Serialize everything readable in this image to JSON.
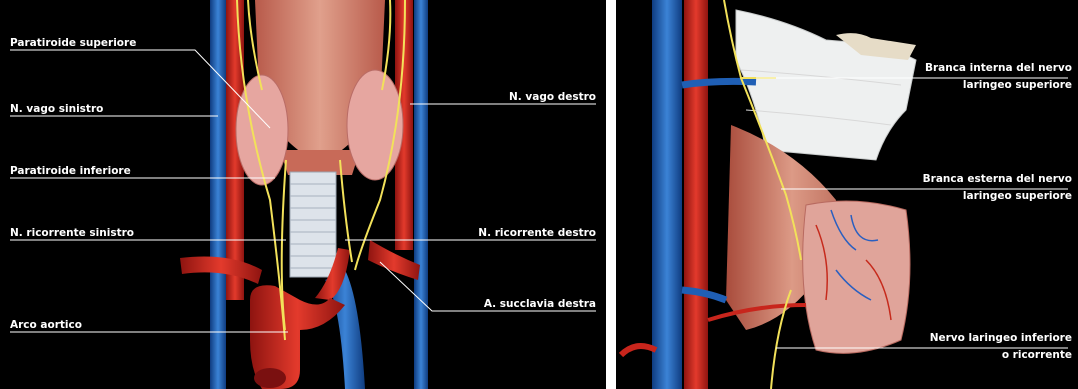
{
  "left_panel": {
    "labels": {
      "paratiroide_superiore": "Paratiroide superiore",
      "n_vago_sinistro": "N. vago sinistro",
      "paratiroide_inferiore": "Paratiroide inferiore",
      "n_ricorrente_sinistro": "N. ricorrente sinistro",
      "arco_aortico": "Arco aortico",
      "n_vago_destro": "N. vago destro",
      "n_ricorrente_destro": "N. ricorrente destro",
      "a_succlavia_destra": "A. succlavia destra"
    }
  },
  "right_panel": {
    "labels": {
      "branca_interna_1": "Branca interna del nervo",
      "branca_interna_2": "laringeo superiore",
      "branca_esterna_1": "Branca esterna del nervo",
      "branca_esterna_2": "laringeo superiore",
      "nervo_laringeo_1": "Nervo laringeo inferiore",
      "nervo_laringeo_2": "o ricorrente"
    }
  },
  "colors": {
    "artery": "#c8251c",
    "vein": "#1f5fb5",
    "nerve": "#f2e15a",
    "muscle": "#d98872",
    "gland": "#e8a9a4",
    "trachea": "#dde3ea"
  }
}
